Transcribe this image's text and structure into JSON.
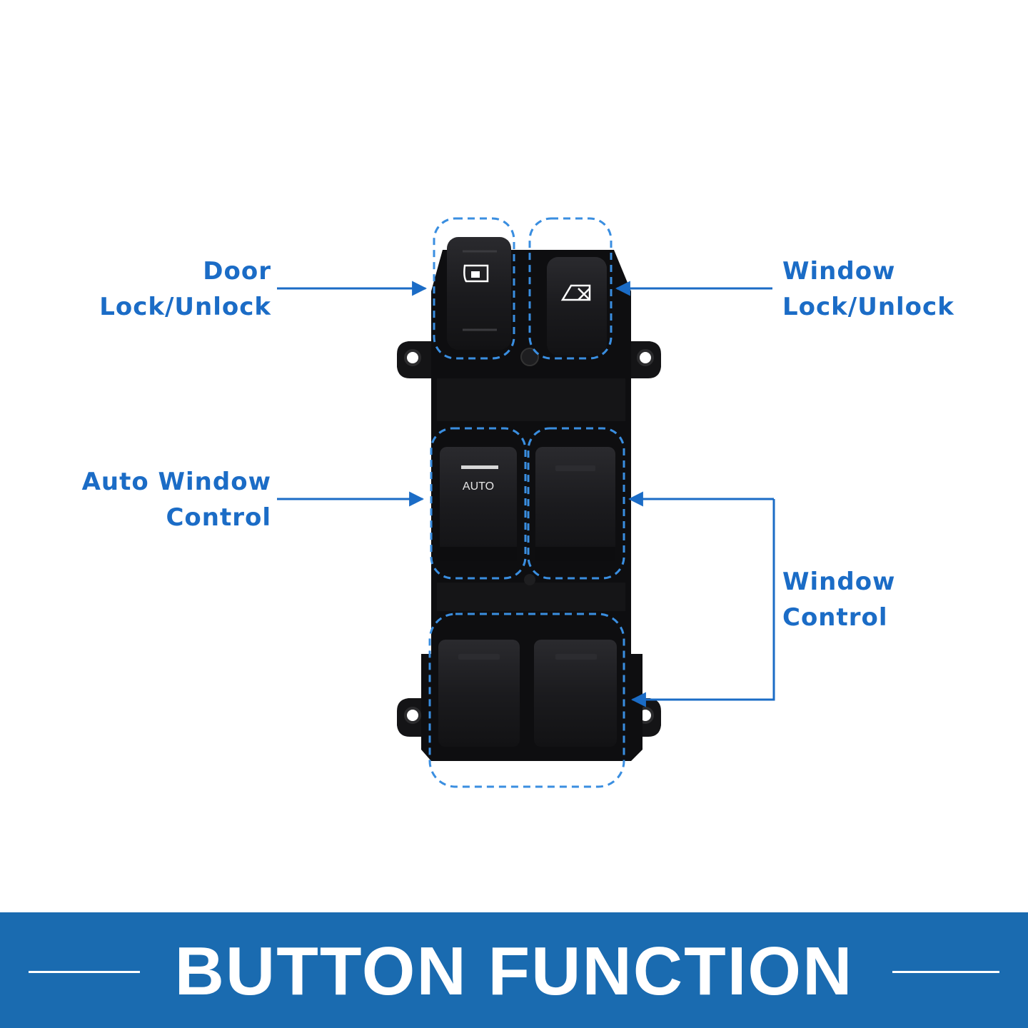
{
  "callouts": {
    "door_lock": {
      "line1": "Door",
      "line2": "Lock/Unlock"
    },
    "window_lock": {
      "line1": "Window",
      "line2": "Lock/Unlock"
    },
    "auto_window": {
      "line1": "Auto Window",
      "line2": "Control"
    },
    "window_control": {
      "line1": "Window",
      "line2": "Control"
    }
  },
  "switch": {
    "auto_label": "AUTO",
    "door_lock_icon": "door-lock-icon",
    "window_lock_icon": "window-lock-icon"
  },
  "banner": {
    "title": "BUTTON FUNCTION"
  },
  "colors": {
    "accent": "#1b6cc6",
    "banner": "#1a6bb0",
    "housing": "#0e0e10",
    "button": "#1c1c1f"
  }
}
